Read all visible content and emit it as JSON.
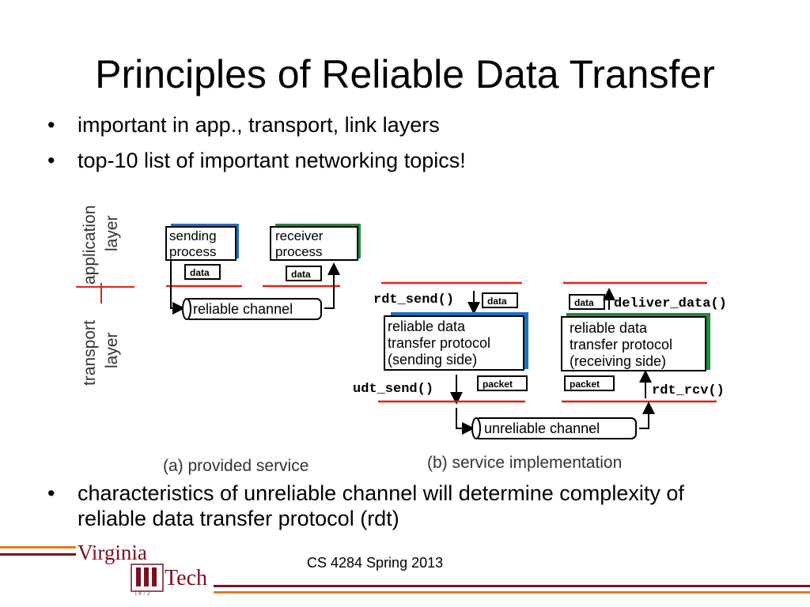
{
  "slide": {
    "title": "Principles of Reliable Data Transfer",
    "bullets_top": [
      "important in app., transport, link layers",
      "top-10 list of important networking topics!"
    ],
    "bullets_bottom": [
      "characteristics of unreliable channel will determine complexity of reliable data transfer protocol (rdt)"
    ],
    "bullet_char": "•",
    "footer": "CS 4284 Spring 2013"
  },
  "diagram": {
    "layer_application": "application layer",
    "layer_application_line1": "application",
    "layer_application_line2": "layer",
    "layer_transport_line1": "transport",
    "layer_transport_line2": "layer",
    "a": {
      "sending_line1": "sending",
      "sending_line2": "process",
      "receiver_line1": "receiver",
      "receiver_line2": "process",
      "data_left": "data",
      "data_right": "data",
      "channel": "reliable channel",
      "caption": "(a)  provided service"
    },
    "b": {
      "rdt_send": "rdt_send()",
      "data_send": "data",
      "data_recv": "data",
      "deliver_data": "deliver_data()",
      "sender_line1": "reliable data",
      "sender_line2": "transfer protocol",
      "sender_line3": "(sending side)",
      "receiver_line1": "reliable data",
      "receiver_line2": "transfer protocol",
      "receiver_line3": "(receiving side)",
      "udt_send": "udt_send()",
      "packet_send": "packet",
      "packet_recv": "packet",
      "rdt_rcv": "rdt_rcv()",
      "channel": "unreliable channel",
      "caption": "(b) service implementation"
    },
    "colors": {
      "red_line": "#d7261e",
      "blue_shadow": "#1f6fc5",
      "green_shadow": "#1e8c3a",
      "maroon": "#7a1020",
      "orange": "#e87722"
    }
  },
  "logo": {
    "word1": "Virginia",
    "word2": "Tech",
    "year": "1 8 7 2"
  }
}
